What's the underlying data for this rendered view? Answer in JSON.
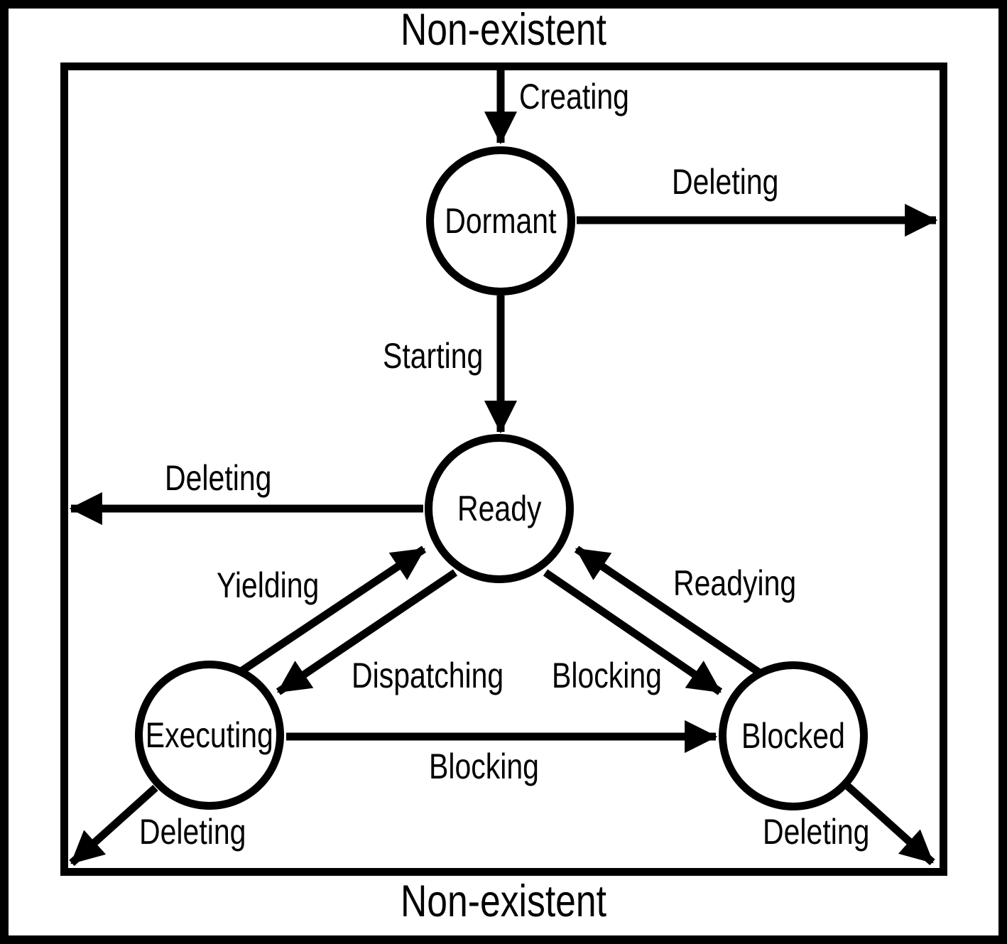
{
  "diagram": {
    "outer_region": {
      "top_label": "Non-existent",
      "bottom_label": "Non-existent"
    },
    "states": [
      {
        "id": "dormant",
        "label": "Dormant"
      },
      {
        "id": "ready",
        "label": "Ready"
      },
      {
        "id": "executing",
        "label": "Executing"
      },
      {
        "id": "blocked",
        "label": "Blocked"
      }
    ],
    "transitions": [
      {
        "from": "non-existent",
        "to": "dormant",
        "label": "Creating"
      },
      {
        "from": "dormant",
        "to": "non-existent",
        "label": "Deleting"
      },
      {
        "from": "dormant",
        "to": "ready",
        "label": "Starting"
      },
      {
        "from": "ready",
        "to": "non-existent",
        "label": "Deleting"
      },
      {
        "from": "executing",
        "to": "ready",
        "label": "Yielding"
      },
      {
        "from": "ready",
        "to": "executing",
        "label": "Dispatching"
      },
      {
        "from": "ready",
        "to": "blocked",
        "label": "Blocking"
      },
      {
        "from": "blocked",
        "to": "ready",
        "label": "Readying"
      },
      {
        "from": "executing",
        "to": "blocked",
        "label": "Blocking"
      },
      {
        "from": "executing",
        "to": "non-existent",
        "label": "Deleting"
      },
      {
        "from": "blocked",
        "to": "non-existent",
        "label": "Deleting"
      }
    ],
    "colors": {
      "foreground": "#000000",
      "background": "#ffffff"
    }
  }
}
